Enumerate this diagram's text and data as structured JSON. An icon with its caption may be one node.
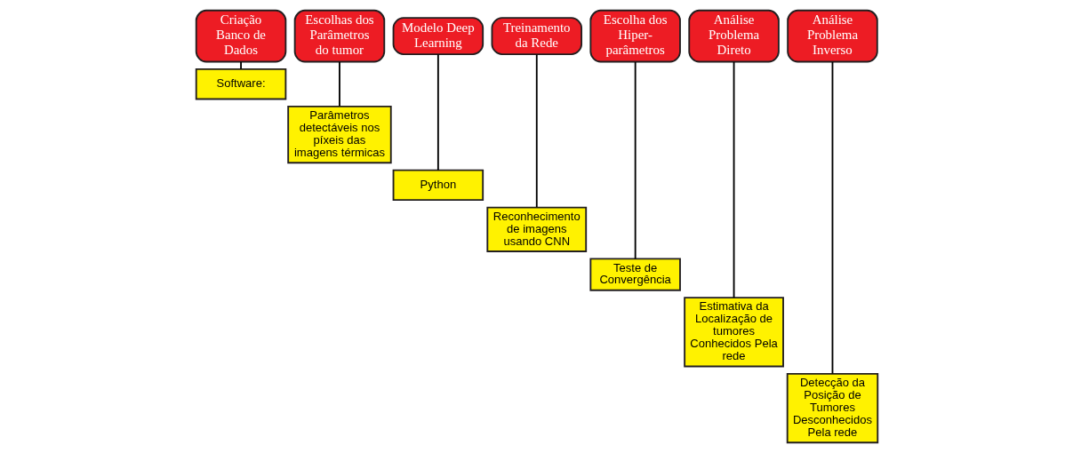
{
  "diagram": {
    "nodes": [
      {
        "text": [
          "Criação Banco de Dados"
        ]
      },
      {
        "text": [
          "Software:"
        ]
      },
      {
        "text": [
          "Escolhas dos Parâmetros do tumor"
        ]
      },
      {
        "text": [
          "Parâmetros detectáveis nos píxeis das imagens térmicas"
        ]
      },
      {
        "text": [
          "Modelo Deep Learning"
        ]
      },
      {
        "text": [
          "Python"
        ]
      },
      {
        "text": [
          "Treinamento da Rede"
        ]
      },
      {
        "text": [
          "Reconhecimento de imagens usando CNN"
        ]
      },
      {
        "text": [
          "Escolha dos Hiper-parâmetros"
        ]
      },
      {
        "text": [
          "Teste de Convergência"
        ]
      },
      {
        "text": [
          "Análise Problema Direto"
        ]
      },
      {
        "text": [
          "Estimativa da Localização de tumores Conhecidos Pela rede"
        ]
      },
      {
        "text": [
          "Análise Problema Inverso"
        ]
      },
      {
        "text": [
          "Detecção da Posição de Tumores Desconhecidos Pela rede"
        ]
      }
    ],
    "edges": [
      {
        "from": 0,
        "to": 1,
        "arrow": "none"
      },
      {
        "from": 2,
        "to": 3,
        "arrow": "none"
      },
      {
        "from": 4,
        "to": 5,
        "arrow": "none"
      },
      {
        "from": 6,
        "to": 7,
        "arrow": "none"
      },
      {
        "from": 8,
        "to": 9,
        "arrow": "none"
      },
      {
        "from": 10,
        "to": 11,
        "arrow": "none"
      },
      {
        "from": 12,
        "to": 13,
        "arrow": "none"
      }
    ]
  }
}
